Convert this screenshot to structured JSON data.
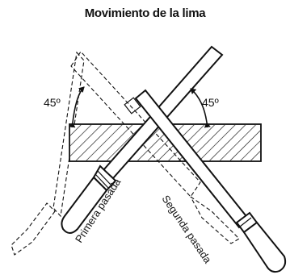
{
  "title": "Movimiento de la lima",
  "angle_left": "45º",
  "angle_right": "45º",
  "pass_first": "Primera pasada",
  "pass_second": "Segunda pasada"
}
